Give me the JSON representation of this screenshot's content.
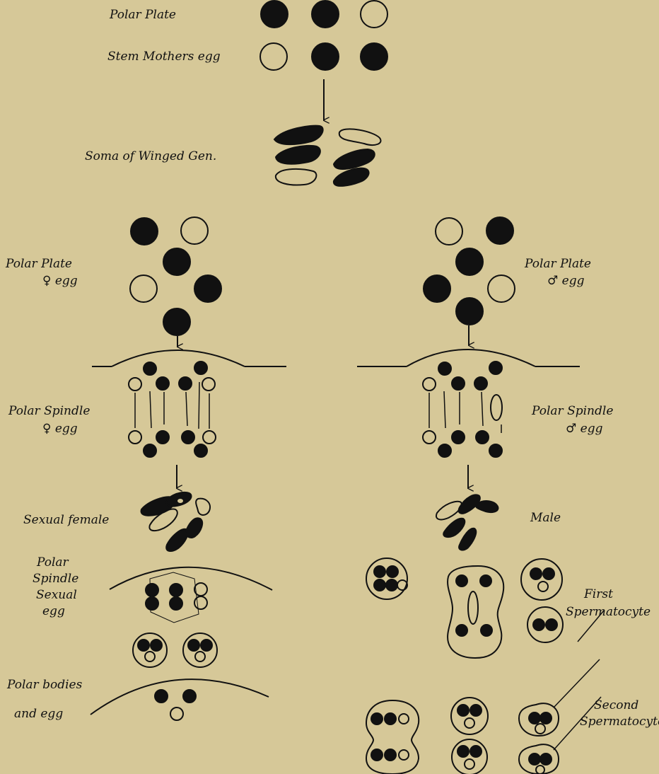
{
  "labels": {
    "polar_plate_top": "Polar Plate",
    "stem_mothers_egg": "Stem Mothers egg",
    "soma_winged_gen": "Soma of Winged Gen.",
    "polar_plate_female_1": "Polar Plate",
    "polar_plate_female_2": "♀ egg",
    "polar_plate_male_1": "Polar Plate",
    "polar_plate_male_2": "♂ egg",
    "polar_spindle_female_1": "Polar Spindle",
    "polar_spindle_female_2": "♀ egg",
    "polar_spindle_male_1": "Polar Spindle",
    "polar_spindle_male_2": "♂ egg",
    "sexual_female": "Sexual female",
    "male": "Male",
    "polar_spindle_sexual_egg_1": "Polar",
    "polar_spindle_sexual_egg_2": "Spindle",
    "polar_spindle_sexual_egg_3": "Sexual",
    "polar_spindle_sexual_egg_4": "egg",
    "polar_bodies_1": "Polar bodies",
    "polar_bodies_2": "and egg",
    "first_spermatocyte_1": "First",
    "first_spermatocyte_2": "Spermatocyte",
    "second_spermatocyte_1": "Second",
    "second_spermatocyte_2": "Spermatocyte"
  },
  "colors": {
    "background": "#d6c898",
    "ink": "#111111"
  }
}
